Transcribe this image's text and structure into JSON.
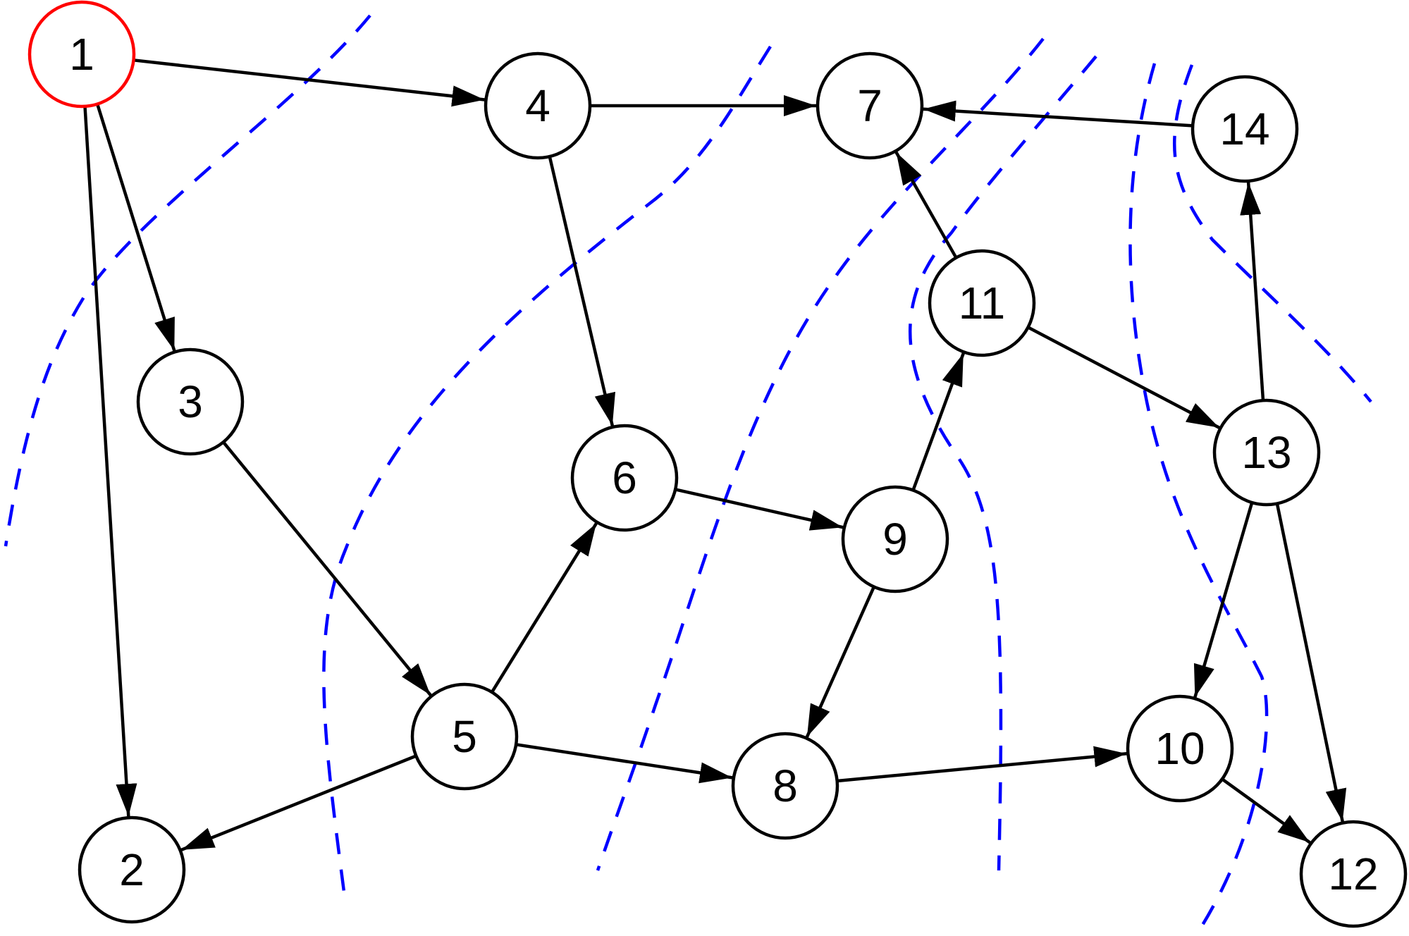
{
  "diagram": {
    "colors": {
      "node_stroke": "#000000",
      "root_node_stroke": "#ff0000",
      "edge": "#000000",
      "level_boundary": "#0000ff",
      "background": "#ffffff"
    },
    "nodes": [
      {
        "id": "1",
        "label": "1",
        "root": true
      },
      {
        "id": "2",
        "label": "2"
      },
      {
        "id": "3",
        "label": "3"
      },
      {
        "id": "4",
        "label": "4"
      },
      {
        "id": "5",
        "label": "5"
      },
      {
        "id": "6",
        "label": "6"
      },
      {
        "id": "7",
        "label": "7"
      },
      {
        "id": "8",
        "label": "8"
      },
      {
        "id": "9",
        "label": "9"
      },
      {
        "id": "10",
        "label": "10"
      },
      {
        "id": "11",
        "label": "11"
      },
      {
        "id": "12",
        "label": "12"
      },
      {
        "id": "13",
        "label": "13"
      },
      {
        "id": "14",
        "label": "14"
      }
    ],
    "edges": [
      {
        "from": "1",
        "to": "4"
      },
      {
        "from": "1",
        "to": "3"
      },
      {
        "from": "1",
        "to": "2"
      },
      {
        "from": "4",
        "to": "7"
      },
      {
        "from": "4",
        "to": "6"
      },
      {
        "from": "3",
        "to": "5"
      },
      {
        "from": "5",
        "to": "2"
      },
      {
        "from": "5",
        "to": "6"
      },
      {
        "from": "5",
        "to": "8"
      },
      {
        "from": "6",
        "to": "9"
      },
      {
        "from": "9",
        "to": "11"
      },
      {
        "from": "9",
        "to": "8"
      },
      {
        "from": "11",
        "to": "7"
      },
      {
        "from": "11",
        "to": "13"
      },
      {
        "from": "14",
        "to": "7"
      },
      {
        "from": "13",
        "to": "14"
      },
      {
        "from": "13",
        "to": "10"
      },
      {
        "from": "13",
        "to": "12"
      },
      {
        "from": "8",
        "to": "10"
      },
      {
        "from": "10",
        "to": "12"
      }
    ],
    "level_boundaries": 6
  }
}
